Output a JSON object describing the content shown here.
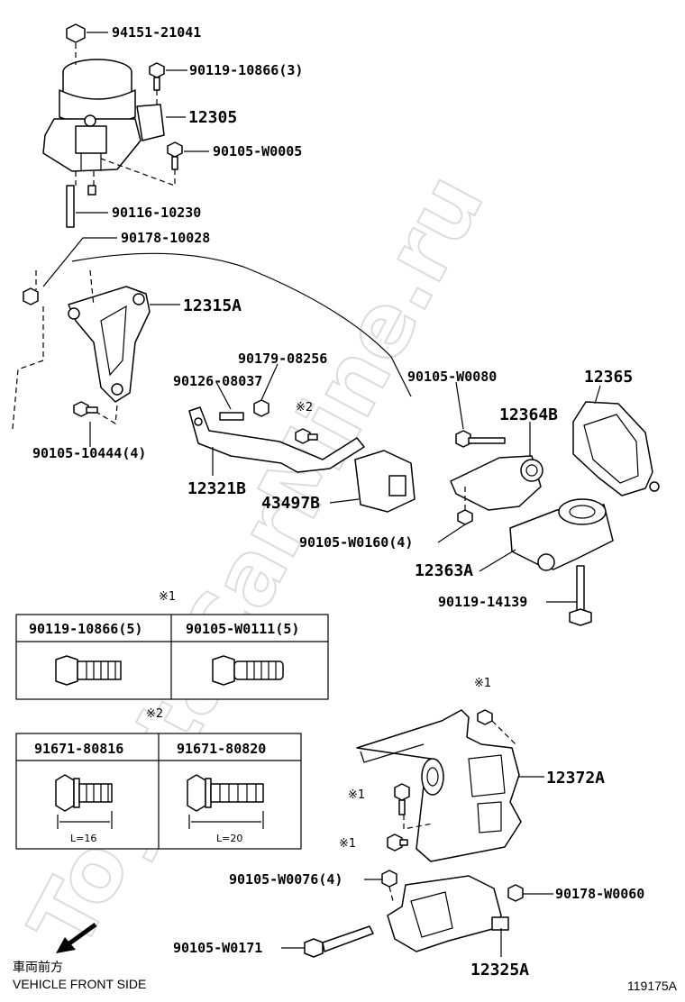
{
  "watermark": "ToyotaCarMine.ru",
  "part_numbers": {
    "p94151_21041": "94151-21041",
    "p90119_10866_3": "90119-10866(3)",
    "p12305": "12305",
    "p90105_W0005": "90105-W0005",
    "p90116_10230": "90116-10230",
    "p90178_10028": "90178-10028",
    "p12315A": "12315A",
    "p90179_08256": "90179-08256",
    "p90126_08037": "90126-08037",
    "p90105_W0080": "90105-W0080",
    "p12365": "12365",
    "p12364B": "12364B",
    "p90105_10444_4": "90105-10444(4)",
    "p12321B": "12321B",
    "p43497B": "43497B",
    "p90105_W0160_4": "90105-W0160(4)",
    "p12363A": "12363A",
    "p90119_14139": "90119-14139",
    "p12372A": "12372A",
    "p90105_W0076_4": "90105-W0076(4)",
    "p90178_W0060": "90178-W0060",
    "p90105_W0171": "90105-W0171",
    "p12325A": "12325A"
  },
  "marks": {
    "note1": "※1",
    "note2": "※2"
  },
  "table1": {
    "mark": "※1",
    "col1": "90119-10866(5)",
    "col2": "90105-W0111(5)"
  },
  "table2": {
    "mark": "※2",
    "col1": "91671-80816",
    "col2": "91671-80820",
    "len1": "L=16",
    "len2": "L=20"
  },
  "footer": {
    "direction_jp": "車両前方",
    "direction_en": "VEHICLE FRONT SIDE",
    "illustration_id": "119175A"
  }
}
